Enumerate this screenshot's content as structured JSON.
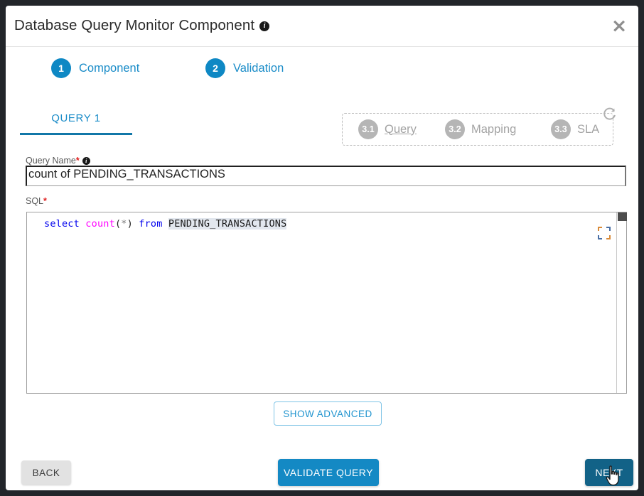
{
  "window": {
    "title": "Database Query Monitor Component",
    "title_info_icon": "info-icon",
    "close_icon": "×"
  },
  "stepper": {
    "steps": [
      {
        "num": "1",
        "label": "Component",
        "state": "active"
      },
      {
        "num": "2",
        "label": "Validation",
        "state": "active"
      }
    ],
    "substeps": [
      {
        "num": "3.1",
        "label": "Query",
        "state": "inactive",
        "link": true
      },
      {
        "num": "3.2",
        "label": "Mapping",
        "state": "inactive",
        "link": false
      },
      {
        "num": "3.3",
        "label": "SLA",
        "state": "inactive",
        "link": false
      }
    ],
    "reset_icon": "refresh-icon"
  },
  "tabs": [
    {
      "label": "QUERY 1",
      "selected": true
    }
  ],
  "form": {
    "query_name": {
      "label": "Query Name",
      "required_marker": "*",
      "info_icon": "info-icon",
      "value": "count of PENDING_TRANSACTIONS",
      "placeholder": "Query Name"
    },
    "sql": {
      "label": "SQL",
      "required_marker": "*",
      "expand_icon": "fullscreen-icon",
      "code": "select count(*) from PENDING_TRANSACTIONS",
      "tokens": {
        "kw_select": "select",
        "space1": " ",
        "fn_count": "count",
        "paren_open": "(",
        "star": "*",
        "paren_close": ")",
        "space2": " ",
        "kw_from": "from",
        "space3": " ",
        "table": "PENDING_TRANSACTIONS"
      }
    }
  },
  "buttons": {
    "show_advanced": "SHOW ADVANCED",
    "back": "BACK",
    "validate_query": "VALIDATE QUERY",
    "next": "NEXT"
  },
  "colors": {
    "accent_blue": "#1a8cc8",
    "step_badge": "#0e88c4",
    "inactive_gray": "#b5b5b5",
    "required_red": "#e02020",
    "primary_button": "#1489c4",
    "next_button_pressed": "#126287",
    "sql_keyword": "#0000ee",
    "sql_function": "#ff00ff",
    "sql_table_highlight": "#e2e7ee"
  }
}
